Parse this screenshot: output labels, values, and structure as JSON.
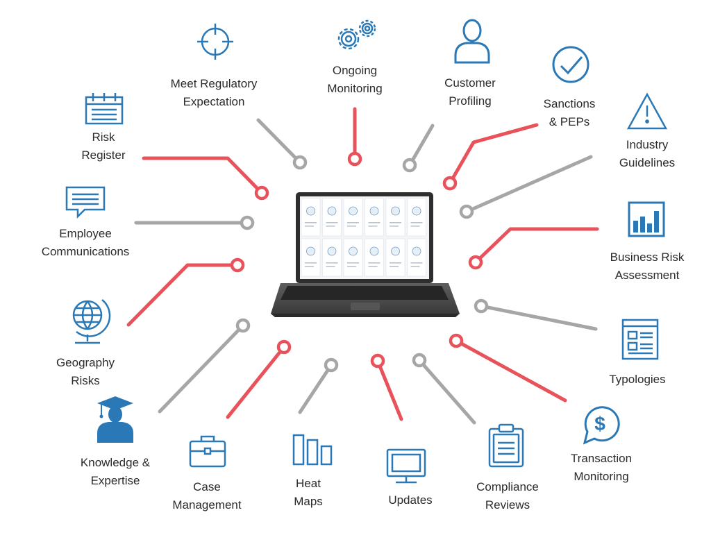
{
  "colors": {
    "accent": "#e8525a",
    "neutral": "#a6a6a6",
    "icon": "#2a78b5",
    "text": "#2b2b2b",
    "laptop": "#4a4a4a"
  },
  "items": [
    {
      "id": "risk-register",
      "icon": "calendar-icon",
      "lines": [
        "Risk",
        "Register"
      ],
      "connector": "red"
    },
    {
      "id": "meet-regulatory-expectation",
      "icon": "target-icon",
      "lines": [
        "Meet Regulatory",
        "Expectation"
      ],
      "connector": "gray"
    },
    {
      "id": "ongoing-monitoring",
      "icon": "gears-icon",
      "lines": [
        "Ongoing",
        "Monitoring"
      ],
      "connector": "red"
    },
    {
      "id": "customer-profiling",
      "icon": "user-icon",
      "lines": [
        "Customer",
        "Profiling"
      ],
      "connector": "gray"
    },
    {
      "id": "sanctions-peps",
      "icon": "check-circle-icon",
      "lines": [
        "Sanctions",
        "& PEPs"
      ],
      "connector": "red"
    },
    {
      "id": "industry-guidelines",
      "icon": "warning-icon",
      "lines": [
        "Industry",
        "Guidelines"
      ],
      "connector": "gray"
    },
    {
      "id": "employee-communications",
      "icon": "message-icon",
      "lines": [
        "Employee",
        "Communications"
      ],
      "connector": "gray"
    },
    {
      "id": "business-risk-assessment",
      "icon": "bar-chart-icon",
      "lines": [
        "Business Risk",
        "Assessment"
      ],
      "connector": "red"
    },
    {
      "id": "geography-risks",
      "icon": "globe-icon",
      "lines": [
        "Geography",
        "Risks"
      ],
      "connector": "red"
    },
    {
      "id": "typologies",
      "icon": "document-layout-icon",
      "lines": [
        "Typologies"
      ],
      "connector": "gray"
    },
    {
      "id": "knowledge-expertise",
      "icon": "graduate-icon",
      "lines": [
        "Knowledge &",
        "Expertise"
      ],
      "connector": "gray"
    },
    {
      "id": "case-management",
      "icon": "briefcase-icon",
      "lines": [
        "Case",
        "Management"
      ],
      "connector": "red"
    },
    {
      "id": "heat-maps",
      "icon": "columns-icon",
      "lines": [
        "Heat",
        "Maps"
      ],
      "connector": "gray"
    },
    {
      "id": "updates",
      "icon": "monitor-icon",
      "lines": [
        "Updates"
      ],
      "connector": "red"
    },
    {
      "id": "compliance-reviews",
      "icon": "clipboard-icon",
      "lines": [
        "Compliance",
        "Reviews"
      ],
      "connector": "gray"
    },
    {
      "id": "transaction-monitoring",
      "icon": "dollar-bubble-icon",
      "lines": [
        "Transaction",
        "Monitoring"
      ],
      "connector": "red"
    }
  ]
}
